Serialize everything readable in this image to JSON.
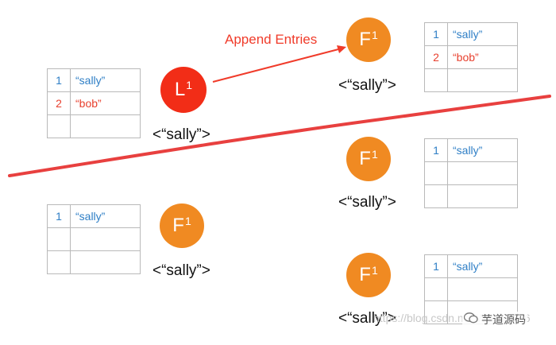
{
  "colors": {
    "leader": "#f22d17",
    "follower": "#f08a22",
    "partition": "#e8403f",
    "arrow": "#f03b2a",
    "index_committed": "#2f7fc6",
    "value_committed": "#2f7fc6",
    "index_uncommitted": "#e8402e",
    "value_uncommitted": "#e8402e"
  },
  "arrow": {
    "label": "Append Entries"
  },
  "nodes": [
    {
      "id": "leader",
      "role": "L",
      "term": "1",
      "state": "<“sally”>",
      "log": [
        {
          "index": "1",
          "value": "“sally”",
          "status": "committed"
        },
        {
          "index": "2",
          "value": "“bob”",
          "status": "uncommitted"
        },
        {
          "index": "",
          "value": "",
          "status": "empty"
        }
      ]
    },
    {
      "id": "follower-top",
      "role": "F",
      "term": "1",
      "state": "<“sally”>",
      "log": [
        {
          "index": "1",
          "value": "“sally”",
          "status": "committed"
        },
        {
          "index": "2",
          "value": "“bob”",
          "status": "uncommitted"
        },
        {
          "index": "",
          "value": "",
          "status": "empty"
        }
      ]
    },
    {
      "id": "follower-mid",
      "role": "F",
      "term": "1",
      "state": "<“sally”>",
      "log": [
        {
          "index": "1",
          "value": "“sally”",
          "status": "committed"
        },
        {
          "index": "",
          "value": "",
          "status": "empty"
        },
        {
          "index": "",
          "value": "",
          "status": "empty"
        }
      ]
    },
    {
      "id": "follower-left",
      "role": "F",
      "term": "1",
      "state": "<“sally”>",
      "log": [
        {
          "index": "1",
          "value": "“sally”",
          "status": "committed"
        },
        {
          "index": "",
          "value": "",
          "status": "empty"
        },
        {
          "index": "",
          "value": "",
          "status": "empty"
        }
      ]
    },
    {
      "id": "follower-bottom",
      "role": "F",
      "term": "1",
      "state": "<“sally”>",
      "log": [
        {
          "index": "1",
          "value": "“sally”",
          "status": "committed"
        },
        {
          "index": "",
          "value": "",
          "status": "empty"
        },
        {
          "index": "",
          "value": "",
          "status": "empty"
        }
      ]
    }
  ],
  "watermark": {
    "url": "https://blog.csdn.net/WSYW126",
    "badge": "芋道源码",
    "badge_icon": "wechat-icon"
  }
}
